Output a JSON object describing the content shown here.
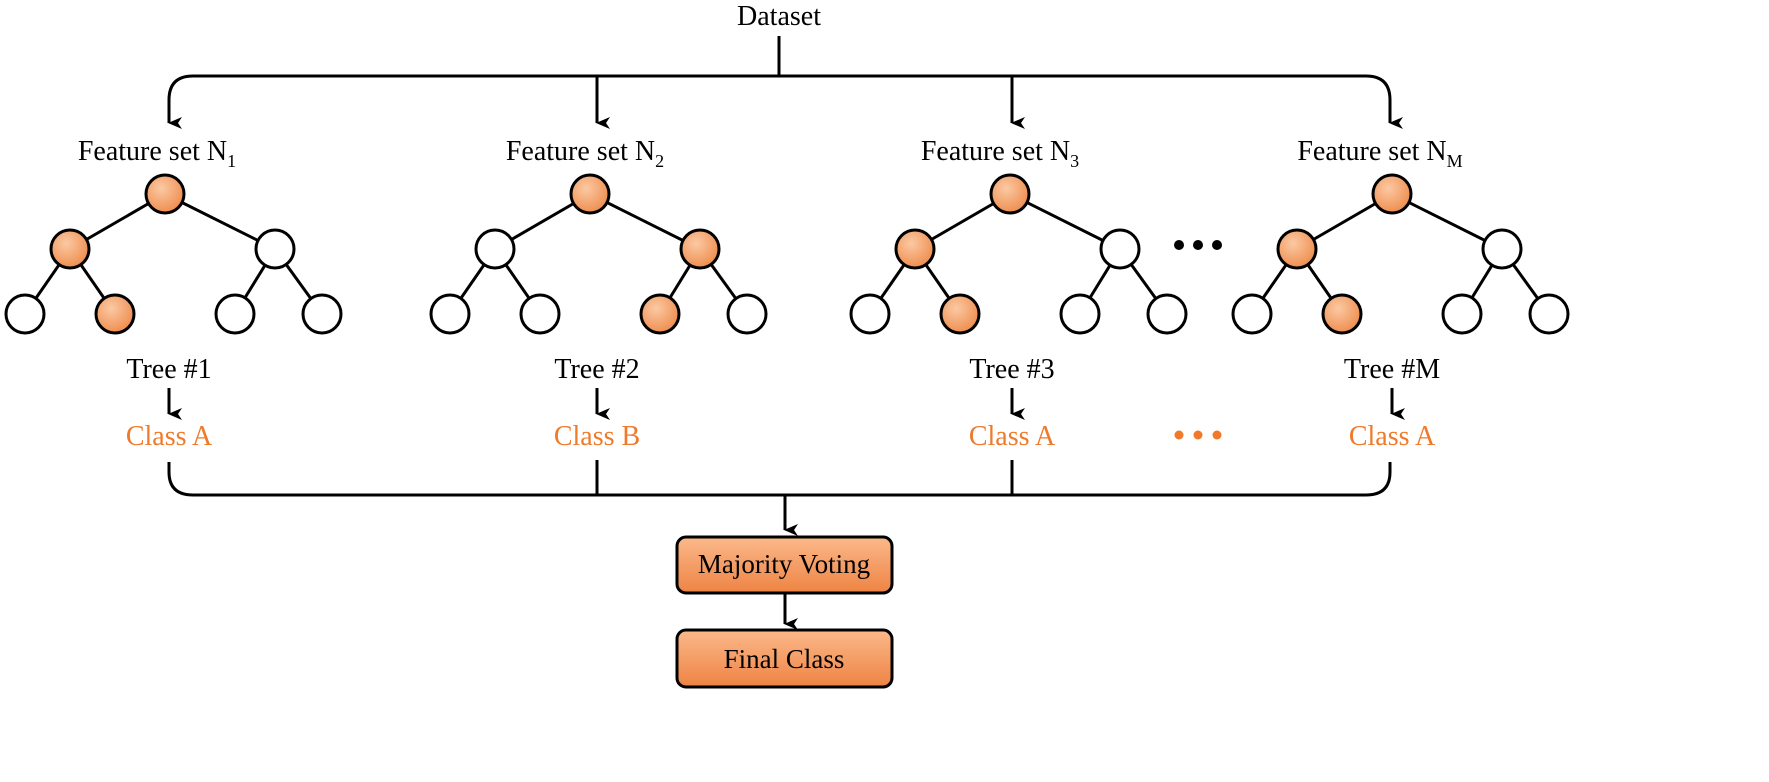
{
  "dataset_label": "Dataset",
  "colors": {
    "highlight": "#f5a26a",
    "highlight_dark": "#e0743a",
    "class_text": "#f07a2a",
    "node_plain": "#ffffff",
    "line": "#000000"
  },
  "trees": [
    {
      "feature_label": "Feature set N",
      "feature_sub": "1",
      "tree_label": "Tree #1",
      "class_label": "Class A",
      "highlight": [
        "root",
        "L",
        "LR"
      ]
    },
    {
      "feature_label": "Feature set N",
      "feature_sub": "2",
      "tree_label": "Tree #2",
      "class_label": "Class B",
      "highlight": [
        "root",
        "R",
        "RL"
      ]
    },
    {
      "feature_label": "Feature set N",
      "feature_sub": "3",
      "tree_label": "Tree #3",
      "class_label": "Class A",
      "highlight": [
        "root",
        "L",
        "LR"
      ]
    },
    {
      "feature_label": "Feature set N",
      "feature_sub": "M",
      "tree_label": "Tree #M",
      "class_label": "Class A",
      "highlight": [
        "root",
        "L",
        "LR"
      ]
    }
  ],
  "ellipsis": "…",
  "majority_label": "Majority Voting",
  "final_label": "Final Class"
}
